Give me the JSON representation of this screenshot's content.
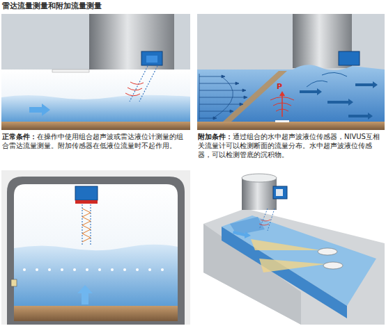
{
  "diagram": {
    "title": "雷达流量测量和附加流量测量",
    "labels": [
      "P",
      "正常条件：",
      "在操作中使用组合超声波或雷达液位计测量的组合雷达流量测量。附加传感器在低液位流量时不起作用。",
      "附加条件：",
      "通过组合的水中超声波液位传感器，NIVUS互相关流量计可以检测断面的流量分布。水中超声波液位传感器，可以检测管底的沉积物。"
    ]
  }
}
